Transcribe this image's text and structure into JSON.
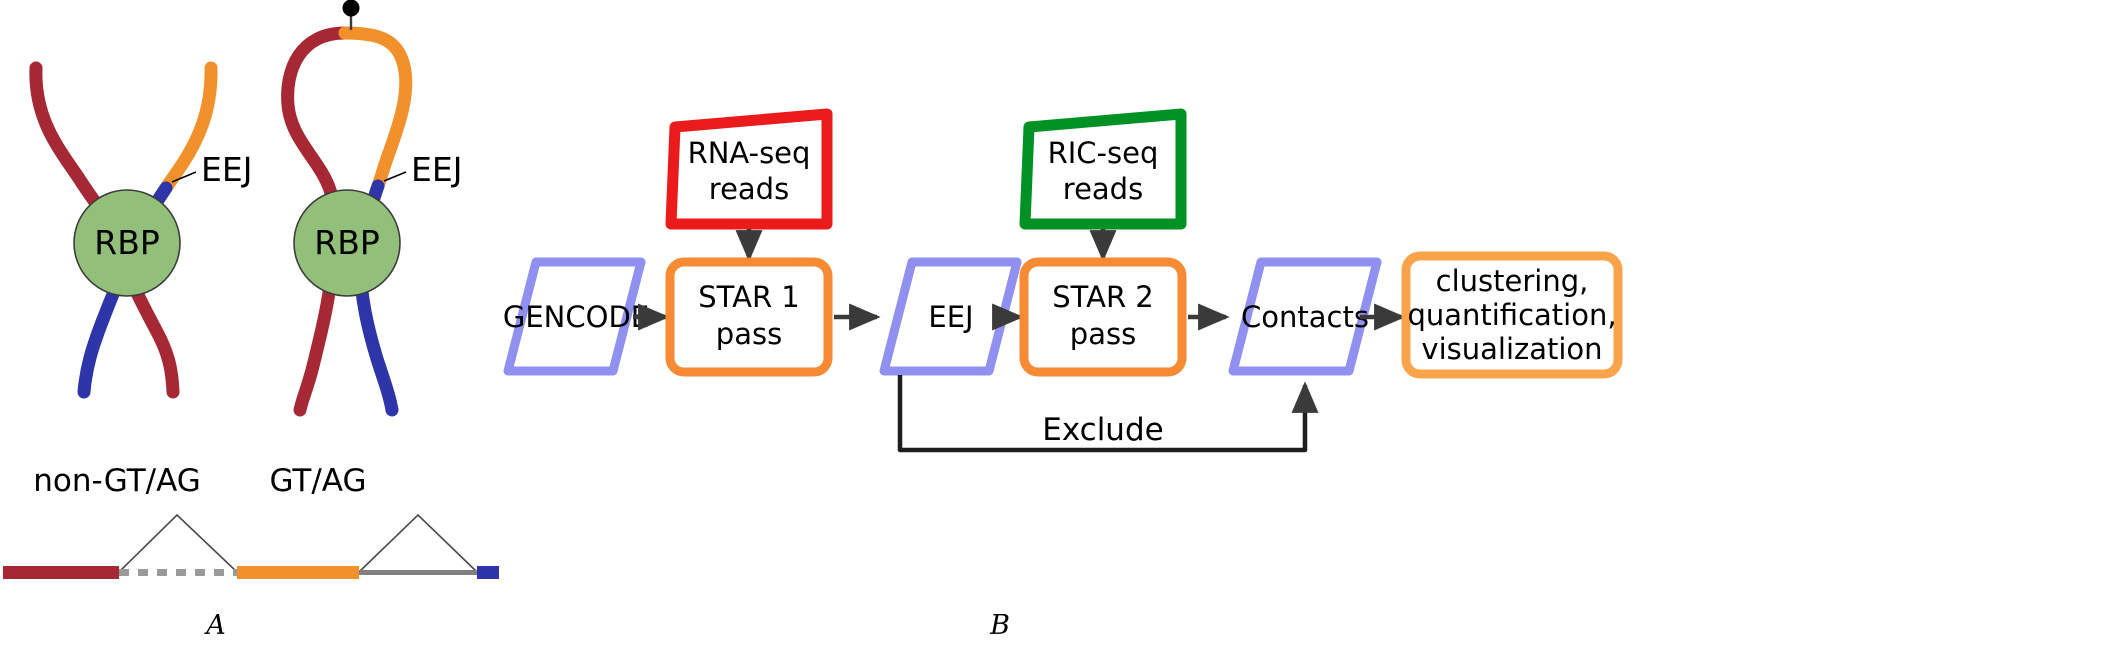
{
  "figure": {
    "panel_a_caption": "A",
    "panel_b_caption": "B"
  },
  "panel_a": {
    "rbp_label_left": "RBP",
    "rbp_label_right": "RBP",
    "eej_label_left": "EEJ",
    "eej_label_right": "EEJ",
    "splice_left_label": "non-GT/AG",
    "splice_right_label": "GT/AG",
    "colors": {
      "rna_dark_red": "#A52834",
      "rna_orange": "#F2912C",
      "rna_blue": "#2E35A8",
      "rbp_fill": "#92C07A",
      "rbp_stroke": "#3C3C3C",
      "intron_dotted": "#9A9A9A",
      "intron_solid": "#808080",
      "crosslink_dot": "#000000"
    }
  },
  "panel_b": {
    "nodes": [
      {
        "id": "rna-seq-reads",
        "label": "RNA-seq\nreads",
        "line1": "RNA-seq",
        "line2": "reads",
        "line3": "",
        "shape": "skewed-rect",
        "color": "#EB1B1B"
      },
      {
        "id": "ric-seq-reads",
        "label": "RIC-seq\nreads",
        "line1": "RIC-seq",
        "line2": "reads",
        "line3": "",
        "shape": "skewed-rect",
        "color": "#009124"
      },
      {
        "id": "gencode",
        "label": "GENCODE",
        "line1": "GENCODE",
        "line2": "",
        "line3": "",
        "shape": "parallelogram",
        "color": "#9090F0"
      },
      {
        "id": "star-1-pass",
        "label": "STAR 1 pass",
        "line1": "STAR 1",
        "line2": "pass",
        "line3": "",
        "shape": "rounded-rect",
        "color": "#F68B33"
      },
      {
        "id": "eej",
        "label": "EEJ",
        "line1": "EEJ",
        "line2": "",
        "line3": "",
        "shape": "parallelogram",
        "color": "#9090F0"
      },
      {
        "id": "star-2-pass",
        "label": "STAR 2 pass",
        "line1": "STAR 2",
        "line2": "pass",
        "line3": "",
        "shape": "rounded-rect",
        "color": "#F68B33"
      },
      {
        "id": "contacts",
        "label": "Contacts",
        "line1": "Contacts",
        "line2": "",
        "line3": "",
        "shape": "parallelogram",
        "color": "#9090F0"
      },
      {
        "id": "downstream",
        "label": "clustering, quantification, visualization",
        "line1": "clustering,",
        "line2": "quantification,",
        "line3": "visualization",
        "shape": "rounded-rect",
        "color": "#F9A44B"
      }
    ],
    "edge_labels": {
      "exclude": "Exclude"
    },
    "colors": {
      "arrow": "#3A3A3A",
      "red_box": "#EB1B1B",
      "green_box": "#009124",
      "orange_box": "#F68B33",
      "orange_box_light": "#F9A44B",
      "purple_box": "#9090F0"
    }
  }
}
